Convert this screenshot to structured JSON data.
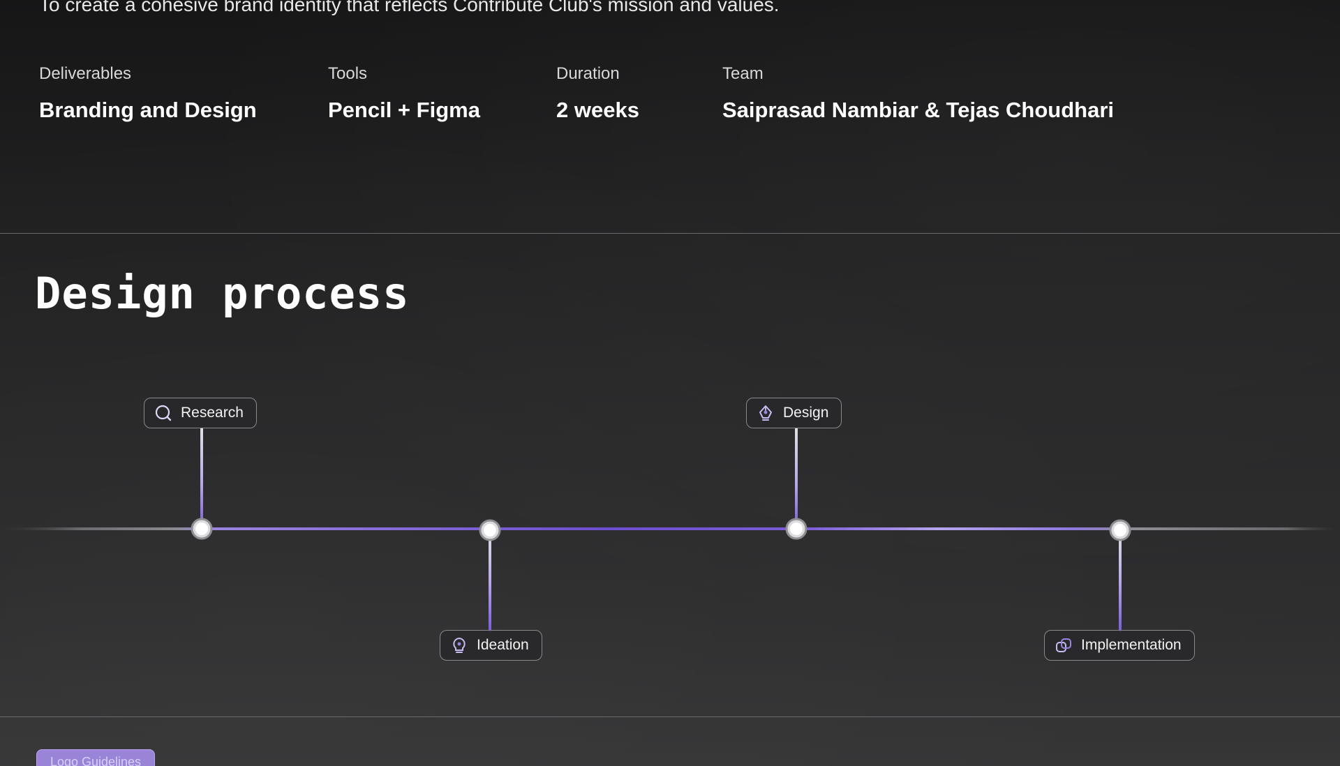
{
  "mission": "To create a cohesive brand identity that reflects Contribute Club's mission and values.",
  "meta": [
    {
      "label": "Deliverables",
      "value": "Branding and Design"
    },
    {
      "label": "Tools",
      "value": "Pencil + Figma"
    },
    {
      "label": "Duration",
      "value": "2 weeks"
    },
    {
      "label": "Team",
      "value": "Saiprasad Nambiar & Tejas Choudhari"
    }
  ],
  "design_process": {
    "title": "Design process",
    "stages": [
      {
        "label": "Research",
        "icon": "search-icon"
      },
      {
        "label": "Ideation",
        "icon": "lightbulb-icon"
      },
      {
        "label": "Design",
        "icon": "pen-tool-icon"
      },
      {
        "label": "Implementation",
        "icon": "link-icon"
      }
    ]
  },
  "next_section": {
    "tab_label": "Logo Guidelines"
  },
  "colors": {
    "accent": "#7b5fd6",
    "accent_light": "#9a84d8",
    "divider": "#6a6a6b"
  }
}
